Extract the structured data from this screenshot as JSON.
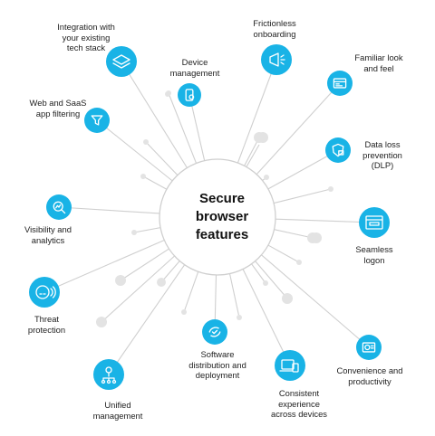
{
  "center": {
    "title": "Secure\nbrowser\nfeatures"
  },
  "colors": {
    "node": "#19b3e6",
    "line": "#cfcfcf",
    "dot": "#e3e3e3",
    "text": "#222222"
  },
  "features": [
    {
      "id": "integration",
      "label": "Integration with\nyour existing\ntech stack",
      "icon": "layers-icon"
    },
    {
      "id": "device",
      "label": "Device\nmanagement",
      "icon": "device-lock-icon"
    },
    {
      "id": "onboarding",
      "label": "Frictionless\nonboarding",
      "icon": "megaphone-icon"
    },
    {
      "id": "familiar",
      "label": "Familiar look\nand feel",
      "icon": "browser-window-icon"
    },
    {
      "id": "filtering",
      "label": "Web and SaaS\napp filtering",
      "icon": "funnel-icon"
    },
    {
      "id": "dlp",
      "label": "Data loss\nprevention\n(DLP)",
      "icon": "shield-lock-icon"
    },
    {
      "id": "visibility",
      "label": "Visibility and\nanalytics",
      "icon": "magnifier-chart-icon"
    },
    {
      "id": "logon",
      "label": "Seamless\nlogon",
      "icon": "login-window-icon"
    },
    {
      "id": "threat",
      "label": "Threat\nprotection",
      "icon": "threat-face-icon"
    },
    {
      "id": "software",
      "label": "Software\ndistribution and\ndeployment",
      "icon": "deploy-cycle-icon"
    },
    {
      "id": "convenience",
      "label": "Convenience and\nproductivity",
      "icon": "dashboard-icon"
    },
    {
      "id": "consistent",
      "label": "Consistent\nexperience\nacross devices",
      "icon": "devices-icon"
    },
    {
      "id": "unified",
      "label": "Unified\nmanagement",
      "icon": "org-chart-icon"
    }
  ]
}
